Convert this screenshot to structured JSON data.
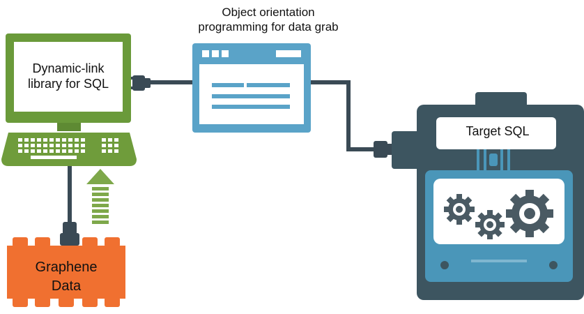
{
  "labels": {
    "data_grab_line1": "Object orientation",
    "data_grab_line2": "programming for data grab",
    "monitor_line1": "Dynamic-link",
    "monitor_line2": "library for SQL",
    "target": "Target SQL",
    "graphene_line1": "Graphene",
    "graphene_line2": "Data"
  },
  "colors": {
    "computer_green": "#6a9a3a",
    "keyboard_green": "#6f9c3b",
    "arrow_green": "#7ea84a",
    "browser_blue": "#5aa3c8",
    "server_dark": "#3d5560",
    "server_panel": "#4a96b9",
    "gear_gray": "#4a5a63",
    "cable_dark": "#3a4a55",
    "graphene_orange": "#f07030"
  },
  "icons": [
    "desktop-computer-icon",
    "keyboard-icon",
    "upload-arrow-icon",
    "browser-window-icon",
    "server-icon",
    "gears-icon",
    "graphene-block-icon",
    "cable-plug-icon"
  ]
}
